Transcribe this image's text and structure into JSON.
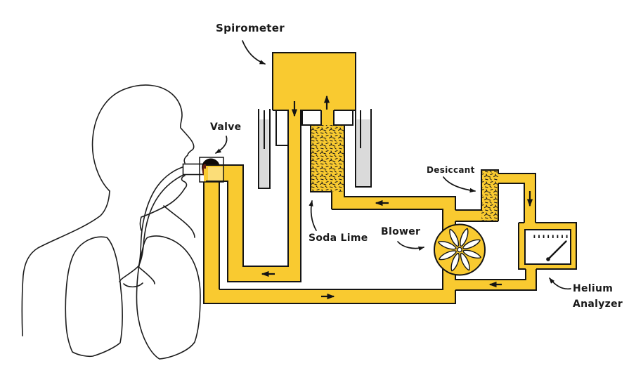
{
  "diagram": {
    "labels": {
      "spirometer": "Spirometer",
      "valve": "Valve",
      "soda_lime": "Soda Lime",
      "blower": "Blower",
      "desiccant": "Desiccant",
      "helium_analyzer_line1": "Helium",
      "helium_analyzer_line2": "Analyzer"
    },
    "colors": {
      "pipe_yellow": "#F9CA30",
      "pipe_highlight": "#FBDD78",
      "water_gray": "#DADADA",
      "outline_black": "#141414",
      "valve_black": "#0D0908",
      "valve_maroon": "#641F12",
      "background": "#FFFFFF"
    },
    "flow_arrows": [
      {
        "location": "spirometer-left-channel",
        "direction": "down"
      },
      {
        "location": "spirometer-right-channel",
        "direction": "up"
      },
      {
        "location": "soda-lime-supply-pipe",
        "direction": "left"
      },
      {
        "location": "mouthpiece-return-pipe",
        "direction": "left"
      },
      {
        "location": "bottom-pipe",
        "direction": "right"
      },
      {
        "location": "desiccant-to-analyzer-pipe",
        "direction": "down"
      },
      {
        "location": "analyzer-return-pipe",
        "direction": "left"
      }
    ]
  }
}
